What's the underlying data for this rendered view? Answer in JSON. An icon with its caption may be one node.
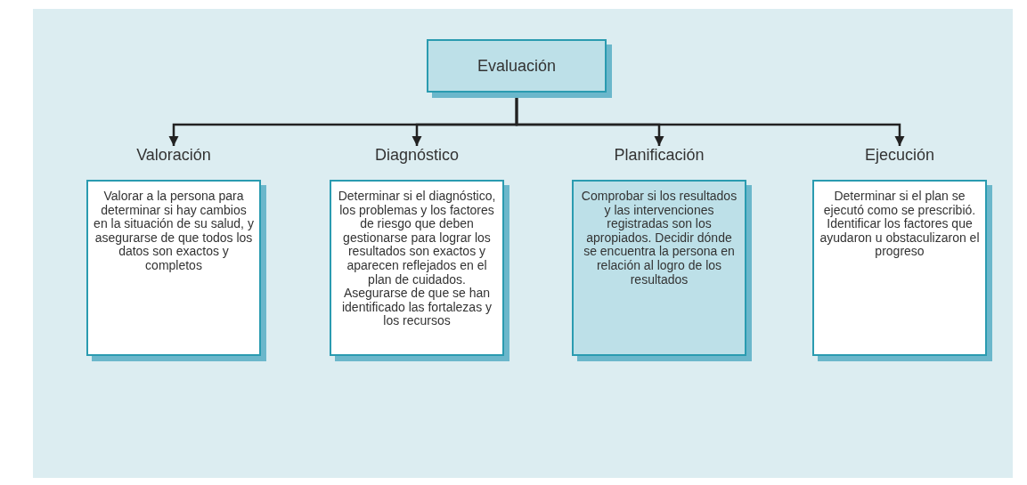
{
  "diagram": {
    "nodes": [
      {
        "text": [
          "Evaluación"
        ]
      },
      {
        "text": [
          "Valoración",
          "Valorar a la persona para determinar si hay cambios en la situación de su salud, y asegurarse de que todos los datos son exactos y completos"
        ]
      },
      {
        "text": [
          "Diagnóstico",
          "Determinar si el diagnóstico, los problemas y los factores de riesgo que deben gestionarse para lograr los resultados son exactos y aparecen reflejados en el plan de cuidados. Asegurarse de que se han identificado las fortalezas y los recursos"
        ]
      },
      {
        "text": [
          "Planificación",
          "Comprobar si los resultados y las intervenciones registradas son los apropiados. Decidir dónde se encuentra la persona en relación al logro de los resultados"
        ]
      },
      {
        "text": [
          "Ejecución",
          "Determinar si el plan se ejecutó como se prescribió. Identificar los factores que ayudaron u obstaculizaron el progreso"
        ]
      }
    ],
    "edges": [
      {
        "from": 0,
        "to": 1,
        "arrow": "to"
      },
      {
        "from": 0,
        "to": 2,
        "arrow": "to"
      },
      {
        "from": 0,
        "to": 3,
        "arrow": "to"
      },
      {
        "from": 0,
        "to": 4,
        "arrow": "to"
      }
    ]
  }
}
